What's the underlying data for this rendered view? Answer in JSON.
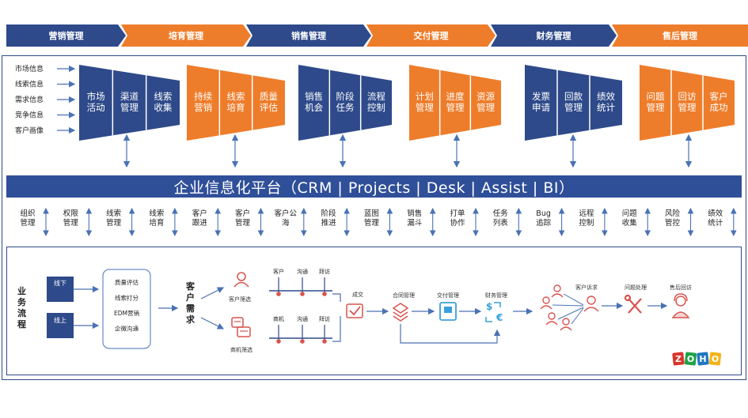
{
  "stages": [
    {
      "label": "营销管理",
      "color": "#2e4a8a"
    },
    {
      "label": "培育管理",
      "color": "#ee7d2b"
    },
    {
      "label": "销售管理",
      "color": "#2e4a8a"
    },
    {
      "label": "交付管理",
      "color": "#ee7d2b"
    },
    {
      "label": "财务管理",
      "color": "#2e4a8a"
    },
    {
      "label": "售后管理",
      "color": "#ee7d2b"
    }
  ],
  "inputs": [
    "市场信息",
    "线索信息",
    "需求信息",
    "竞争信息",
    "客户画像"
  ],
  "funnels": [
    {
      "color": "#2e4a8a",
      "items": [
        "市场\n活动",
        "渠道\n管理",
        "线索\n收集"
      ]
    },
    {
      "color": "#ee7d2b",
      "items": [
        "持续\n营销",
        "线索\n培育",
        "质量\n评估"
      ]
    },
    {
      "color": "#2e4a8a",
      "items": [
        "销售\n机会",
        "阶段\n任务",
        "流程\n控制"
      ]
    },
    {
      "color": "#ee7d2b",
      "items": [
        "计划\n管理",
        "进度\n管理",
        "资源\n管理"
      ]
    },
    {
      "color": "#2e4a8a",
      "items": [
        "发票\n申请",
        "回款\n管理",
        "绩效\n统计"
      ]
    },
    {
      "color": "#ee7d2b",
      "items": [
        "问题\n管理",
        "回访\n管理",
        "客户\n成功"
      ]
    }
  ],
  "platform_label": "企业信息化平台（CRM | Projects | Desk | Assist | BI）",
  "modules": [
    "组织\n管理",
    "权限\n管理",
    "线索\n管理",
    "线索\n培育",
    "客户\n跟进",
    "客户\n管理",
    "客户公\n海",
    "阶段\n推进",
    "蓝图\n管理",
    "销售\n漏斗",
    "打单\n协作",
    "任务\n列表",
    "Bug\n追踪",
    "远程\n控制",
    "问题\n收集",
    "风险\n管控",
    "绩效\n统计"
  ],
  "flow": {
    "title": "业务流程",
    "offline": "线下",
    "online": "线上",
    "lead_steps": [
      "质量评估",
      "线索打分",
      "EDM营销",
      "企微沟通"
    ],
    "need": "客户需求",
    "customer_screen": "客户筛选",
    "opp_screen": "商机筛选",
    "row1_steps": [
      "客户",
      "沟通",
      "拜访"
    ],
    "row2_steps": [
      "商机",
      "沟通",
      "拜访"
    ],
    "deal": "成交",
    "contract": "合同管理",
    "delivery": "交付管理",
    "finance": "财务管理",
    "appeal": "客户诉求",
    "issue": "问题处理",
    "followup": "售后回访"
  },
  "logo": "ZOHO",
  "colors": {
    "blue": "#2e4a8a",
    "orange": "#ee7d2b",
    "platform": "#2f4f99",
    "arrow": "#4a72b4",
    "red": "#d9534f"
  }
}
